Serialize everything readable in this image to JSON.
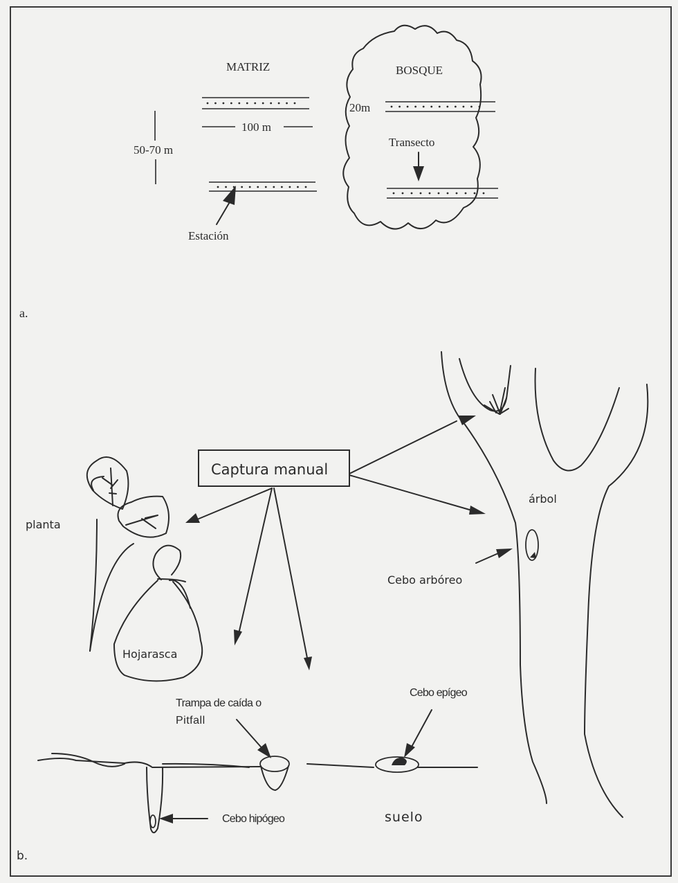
{
  "panel_a": {
    "label": "a.",
    "matriz": {
      "title": "MATRIZ",
      "width_label": "100 m",
      "spacing_label": "50-70 m",
      "station_label": "Estación"
    },
    "bosque": {
      "title": "BOSQUE",
      "width_label": "20m",
      "transect_label": "Transecto"
    }
  },
  "panel_b": {
    "label": "b.",
    "center_box": "Captura manual",
    "labels": {
      "planta": "planta",
      "hojarasca": "Hojarasca",
      "arbol": "árbol",
      "cebo_arboreo": "Cebo arbóreo",
      "trampa_line1": "Trampa de caída  o",
      "trampa_line2": "Pitfall",
      "cebo_epigeo": "Cebo epígeo",
      "cebo_hipogeo": "Cebo hipógeo",
      "suelo": "suelo"
    }
  },
  "colors": {
    "ink": "#2b2b2b",
    "paper": "#f2f2f0"
  }
}
